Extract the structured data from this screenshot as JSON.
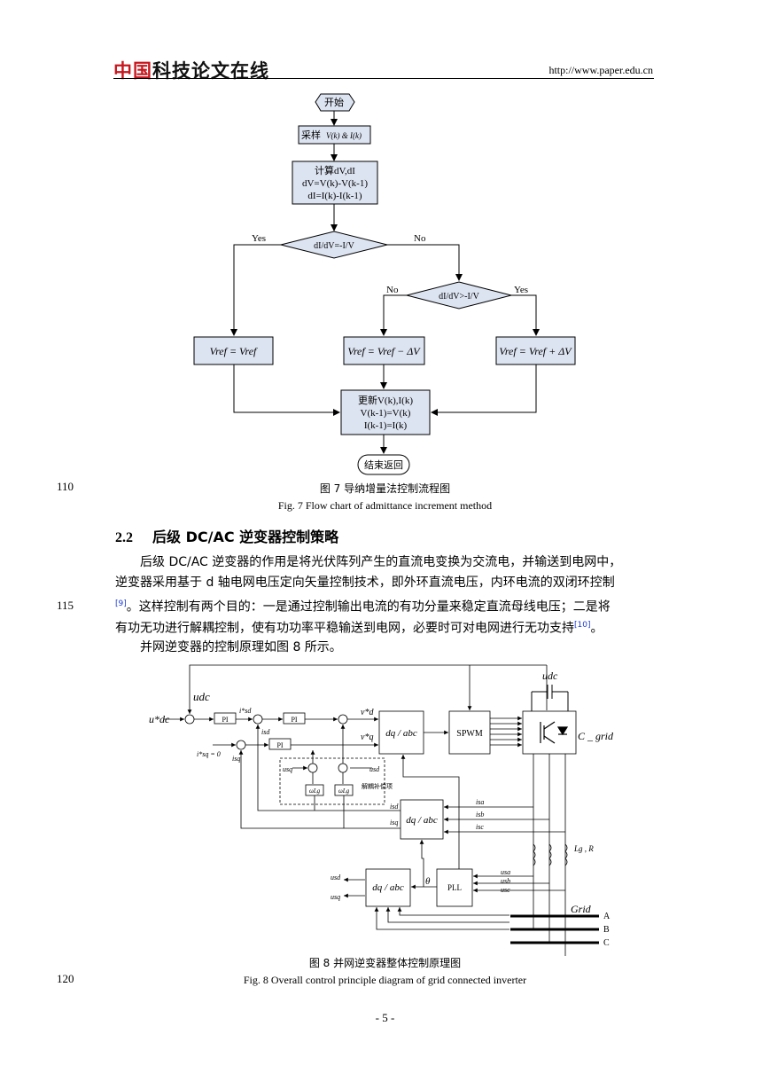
{
  "header": {
    "logo_red": "中国",
    "logo_dark": "科技论文在线",
    "url": "http://www.paper.edu.cn"
  },
  "fig7": {
    "start": "开始",
    "sample_cn": "采样",
    "sample_math": "V(k) & I(k)",
    "calc_line1": "计算dV,dI",
    "calc_line2": "dV=V(k)-V(k-1)",
    "calc_line3": "dI=I(k)-I(k-1)",
    "decision1": "dI/dV=-I/V",
    "yes1": "Yes",
    "no1": "No",
    "decision2": "dI/dV>-I/V",
    "no2": "No",
    "yes2": "Yes",
    "box_left": "Vref = Vref",
    "box_mid": "Vref = Vref − ΔV",
    "box_right": "Vref = Vref + ΔV",
    "update_line1": "更新V(k),I(k)",
    "update_line2": "V(k-1)=V(k)",
    "update_line3": "I(k-1)=I(k)",
    "end": "结束返回",
    "caption_cn": "图 7  导纳增量法控制流程图",
    "caption_en": "Fig. 7 Flow chart of admittance increment method"
  },
  "line_numbers": {
    "n110": "110",
    "n115": "115",
    "n120": "120"
  },
  "section": {
    "number": "2.2",
    "title": "后级 DC/AC 逆变器控制策略"
  },
  "paragraph1": {
    "line1": "后级 DC/AC 逆变器的作用是将光伏阵列产生的直流电变换为交流电，并输送到电网中，",
    "line2": "逆变器采用基于 d 轴电网电压定向矢量控制技术，即外环直流电压，内环电流的双闭环控制",
    "line3_ref": "[9]",
    "line3": "。这样控制有两个目的：一是通过控制输出电流的有功分量来稳定直流母线电压；二是将",
    "line4": "有功无功进行解耦控制，使有功功率平稳输送到电网，必要时可对电网进行无功支持",
    "line4_ref": "[10]",
    "line4_end": "。"
  },
  "paragraph2": "并网逆变器的控制原理如图 8 所示。",
  "fig8": {
    "udc_ref": "u*dc",
    "udc": "udc",
    "pi": "PI",
    "isd_ref": "i*sd",
    "isd": "isd",
    "isq_ref": "i*sq = 0",
    "isq": "isq",
    "usq": "usq",
    "usd": "usd",
    "wLg": "ωLg",
    "decouple": "解耦补偿项",
    "vd": "v*d",
    "vq": "v*q",
    "dqabc": "dq / abc",
    "spwm": "SPWM",
    "c_grid": "C _ grid",
    "udc_top": "udc",
    "ia": "isa",
    "ib": "isb",
    "ic": "isc",
    "lg": "Lg , R",
    "usa": "usa",
    "usb": "usb",
    "usc": "usc",
    "theta": "θ",
    "pll": "PLL",
    "grid": "Grid",
    "A": "A",
    "B": "B",
    "C": "C",
    "caption_cn": "图 8  并网逆变器整体控制原理图",
    "caption_en": "Fig. 8 Overall control principle diagram of grid connected inverter"
  },
  "page_number": "- 5 -"
}
